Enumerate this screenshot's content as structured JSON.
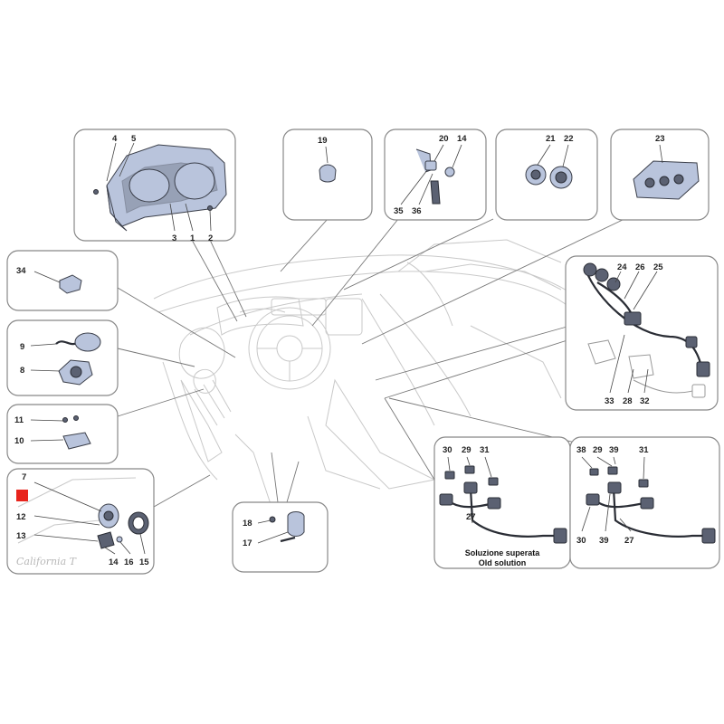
{
  "colors": {
    "marker": "#e8241c",
    "part_fill": "#b9c4dc",
    "part_stroke": "#3b3f4a",
    "panel_stroke": "#888888"
  },
  "panels": {
    "cluster": {
      "labels": [
        "4",
        "5",
        "3",
        "1",
        "2"
      ]
    },
    "p19": {
      "labels": [
        "19"
      ]
    },
    "p20": {
      "labels": [
        "20",
        "14",
        "35",
        "36"
      ]
    },
    "p21": {
      "labels": [
        "21",
        "22"
      ]
    },
    "p23": {
      "labels": [
        "23"
      ]
    },
    "p34": {
      "labels": [
        "34"
      ]
    },
    "p9": {
      "labels": [
        "9",
        "8"
      ]
    },
    "p11": {
      "labels": [
        "11",
        "10"
      ]
    },
    "p7": {
      "labels": [
        "7",
        "12",
        "13",
        "14",
        "16",
        "15"
      ]
    },
    "p17": {
      "labels": [
        "18",
        "17"
      ]
    },
    "p24": {
      "labels": [
        "24",
        "26",
        "25",
        "33",
        "28",
        "32"
      ]
    },
    "old": {
      "labels": [
        "30",
        "29",
        "31",
        "27"
      ],
      "caption_it": "Soluzione superata",
      "caption_en": "Old solution"
    },
    "new": {
      "labels": [
        "38",
        "29",
        "39",
        "31",
        "30",
        "39",
        "27"
      ]
    }
  },
  "logo": {
    "text": "California T"
  }
}
